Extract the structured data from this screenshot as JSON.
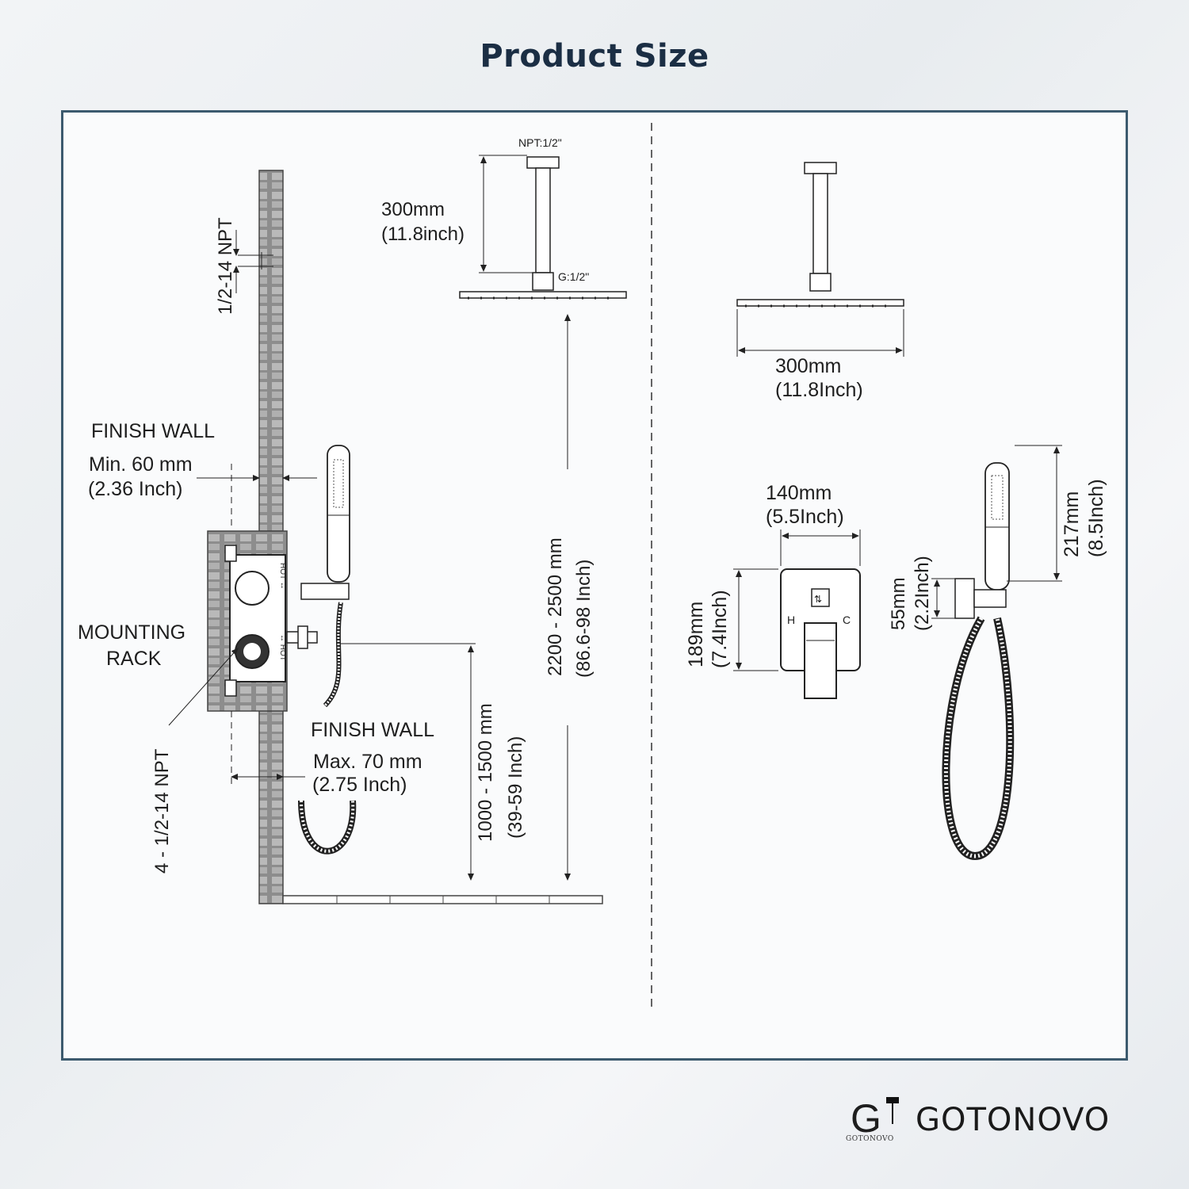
{
  "title": "Product Size",
  "brand": {
    "name": "GOTONOVO",
    "mark_caption": "GOTONOVO",
    "mark_letter": "G"
  },
  "left_panel": {
    "npt_top": "1/2-14 NPT",
    "finish_wall_top": "FINISH   WALL",
    "min_mm": "Min. 60 mm",
    "min_inch": "(2.36 Inch)",
    "mounting_rack_1": "MOUNTING",
    "mounting_rack_2": "RACK",
    "npt_bottom": "4 - 1/2-14 NPT",
    "finish_wall_bottom": "FINISH  WALL",
    "max_mm": "Max. 70 mm",
    "max_inch": "(2.75 Inch)",
    "valve_label_1": "HOT ↔",
    "valve_label_2": "↔ HOT",
    "height_mm": "1000 - 1500 mm",
    "height_inch": "(39-59 Inch)",
    "total_mm": "2200 - 2500 mm",
    "total_inch": "(86.6-98 Inch)",
    "arm_mm": "300mm",
    "arm_inch": "(11.8inch)",
    "npt_arm": "NPT:1/2\"",
    "g_arm": "G:1/2\""
  },
  "right_panel": {
    "head_mm": "300mm",
    "head_inch": "(11.8Inch)",
    "plate_w_mm": "140mm",
    "plate_w_inch": "(5.5Inch)",
    "plate_h_mm": "189mm",
    "plate_h_inch": "(7.4Inch)",
    "plate_h_letter": "H",
    "plate_c_letter": "C",
    "holder_mm": "55mm",
    "holder_inch": "(2.2Inch)",
    "handheld_mm": "217mm",
    "handheld_inch": "(8.5Inch)"
  },
  "colors": {
    "frame": "#3c5a6e",
    "title": "#1b2e44",
    "wall": "#8a8a8a"
  }
}
